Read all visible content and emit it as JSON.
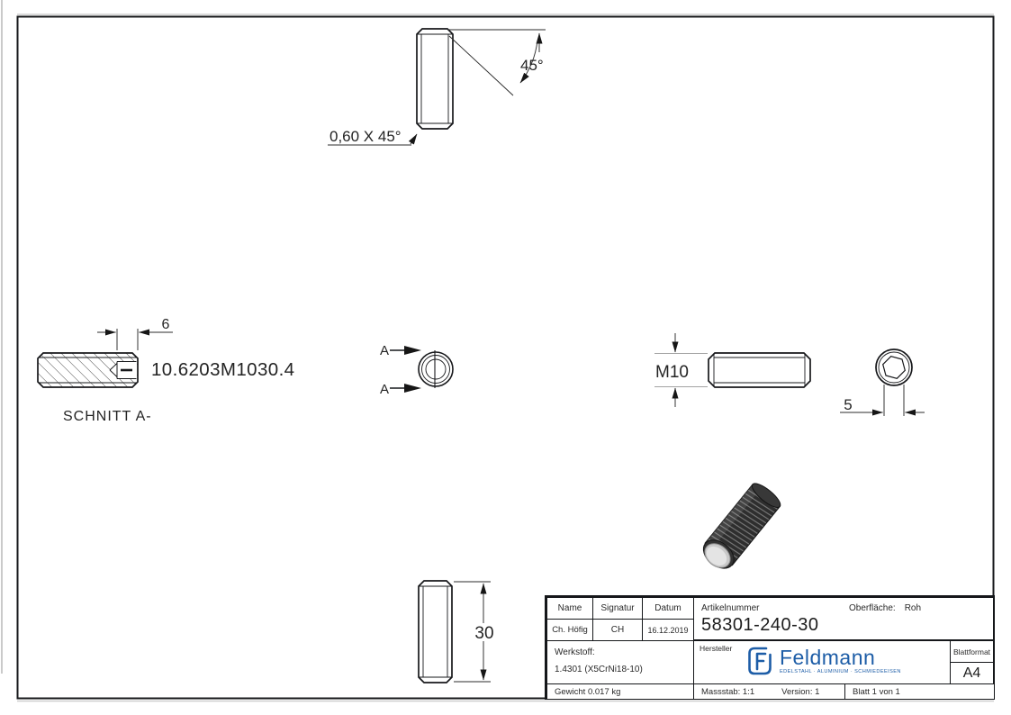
{
  "views": {
    "top_view": {
      "chamfer_note": "0,60 X 45°",
      "angle": "45°"
    },
    "section_view": {
      "label": "SCHNITT A-",
      "socket_depth": "6",
      "part_number": "10.6203M1030.4"
    },
    "section_cut": {
      "arrow_label": "A"
    },
    "side_view": {
      "thread": "M10"
    },
    "end_view": {
      "hex_width": "5"
    },
    "length_view": {
      "length": "30"
    }
  },
  "title_block": {
    "name_header": "Name",
    "signatur_header": "Signatur",
    "datum_header": "Datum",
    "name": "Ch. Höfig",
    "signatur": "CH",
    "datum": "16.12.2019",
    "artikelnummer_label": "Artikelnummer",
    "artikelnummer": "58301-240-30",
    "oberflaeche_label": "Oberfläche:",
    "oberflaeche_value": "Roh",
    "werkstoff_label": "Werkstoff:",
    "werkstoff": "1.4301 (X5CrNi18-10)",
    "hersteller_label": "Hersteller",
    "blattformat_label": "Blattformat",
    "blattformat": "A4",
    "gewicht": "Gewicht 0.017 kg",
    "massstab": "Massstab: 1:1",
    "version": "Version: 1",
    "blatt": "Blatt 1 von 1",
    "logo": {
      "brand": "Feldmann",
      "tagline": "EDELSTAHL · ALUMINIUM · SCHMIEDEEISEN",
      "mark": "F",
      "color": "#1d5da7"
    }
  },
  "colors": {
    "line": "#1a1a1a",
    "accent": "#1d5da7"
  }
}
